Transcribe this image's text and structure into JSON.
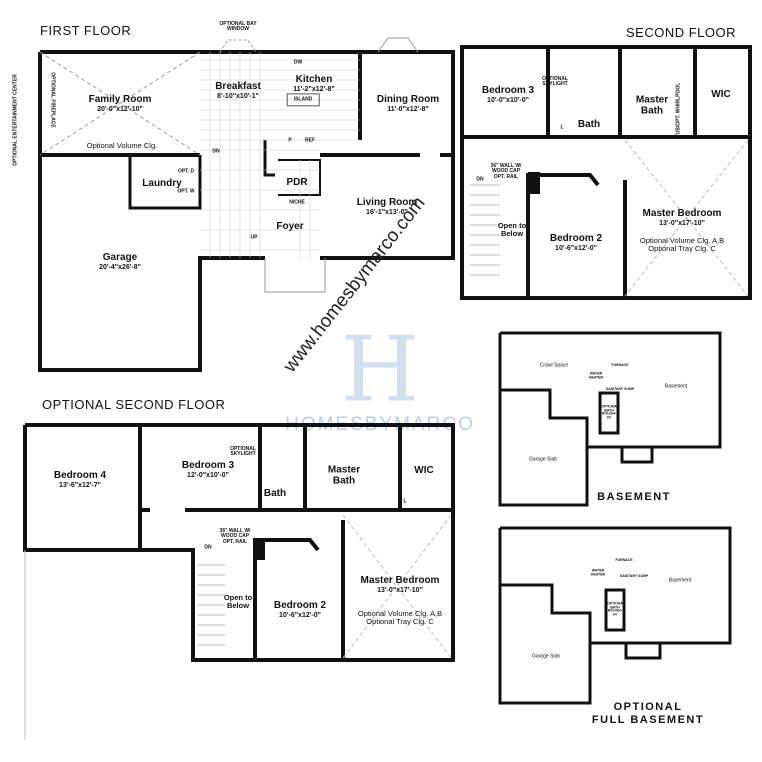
{
  "first_floor": {
    "title": "FIRST FLOOR",
    "notes": {
      "bay_window": "OPTIONAL BAY WINDOW",
      "fireplace": "OPTIONAL FIREPLACE",
      "entertainment": "OPTIONAL ENTERTAINMENT CENTER",
      "volume": "Optional Volume Clg.",
      "dw": "DW",
      "island": "ISLAND",
      "p": "P",
      "ref": "REF",
      "dn": "DN",
      "up": "UP",
      "niche": "NICHE",
      "opt_d": "OPT. D",
      "opt_w": "OPT. W"
    },
    "rooms": {
      "family": {
        "name": "Family Room",
        "dim": "20'-0\"x12'-10\""
      },
      "breakfast": {
        "name": "Breakfast",
        "dim": "8'-10\"x10'-1\""
      },
      "kitchen": {
        "name": "Kitchen",
        "dim": "11'-2\"x12'-8\""
      },
      "dining": {
        "name": "Dining Room",
        "dim": "11'-0\"x12'-8\""
      },
      "laundry": {
        "name": "Laundry"
      },
      "pdr": {
        "name": "PDR"
      },
      "foyer": {
        "name": "Foyer"
      },
      "living": {
        "name": "Living Room",
        "dim": "16'-1\"x13'-0\""
      },
      "garage": {
        "name": "Garage",
        "dim": "20'-4\"x26'-8\""
      }
    }
  },
  "second_floor": {
    "title": "SECOND FLOOR",
    "notes": {
      "skylight": "OPTIONAL SKYLIGHT",
      "wall": "36\" WALL W/ WOOD CAP OPT. RAIL",
      "dn": "DN",
      "tub": "TUB/OPT. WHIRLPOOL",
      "l": "L",
      "volume": "Optional Volume Clg. A,B",
      "tray": "Optional Tray Clg. C"
    },
    "rooms": {
      "bed3": {
        "name": "Bedroom 3",
        "dim": "10'-0\"x10'-0\""
      },
      "bath": {
        "name": "Bath"
      },
      "master_bath": {
        "name": "Master Bath"
      },
      "wic": {
        "name": "WIC"
      },
      "open": {
        "name": "Open to Below"
      },
      "bed2": {
        "name": "Bedroom 2",
        "dim": "10'-6\"x12'-0\""
      },
      "master": {
        "name": "Master Bedroom",
        "dim": "13'-0\"x17'-10\""
      }
    }
  },
  "optional_second_floor": {
    "title": "OPTIONAL SECOND FLOOR",
    "notes": {
      "skylight": "OPTIONAL SKYLIGHT",
      "wall": "36\" WALL W/ WOOD CAP OPT. RAIL",
      "dn": "DN",
      "l": "L",
      "volume": "Optional Volume Clg. A,B",
      "tray": "Optional Tray Clg. C"
    },
    "rooms": {
      "bed4": {
        "name": "Bedroom 4",
        "dim": "13'-6\"x12'-7\""
      },
      "bed3": {
        "name": "Bedroom 3",
        "dim": "12'-0\"x10'-0\""
      },
      "bath": {
        "name": "Bath"
      },
      "master_bath": {
        "name": "Master Bath"
      },
      "wic": {
        "name": "WIC"
      },
      "open": {
        "name": "Open to Below"
      },
      "bed2": {
        "name": "Bedroom 2",
        "dim": "10'-6\"x12'-0\""
      },
      "master": {
        "name": "Master Bedroom",
        "dim": "13'-0\"x17'-10\""
      }
    }
  },
  "basement": {
    "title": "BASEMENT",
    "labels": {
      "crawl": "Crawl Space",
      "basement": "Basement",
      "garage_slab": "Garage Slab",
      "water_heater": "WATER HEATER",
      "furnace": "FURNACE",
      "sump": "SANITARY SUMP",
      "rough_in": "OPTIONAL BATH ROUGH-IN"
    }
  },
  "full_basement": {
    "title_line1": "OPTIONAL",
    "title_line2": "FULL BASEMENT",
    "labels": {
      "basement": "Basement",
      "garage_slab": "Garage Slab",
      "water_heater": "WATER HEATER",
      "furnace": "FURNACE",
      "sump": "SANITARY SUMP",
      "rough_in": "OPTIONAL BATH ROUGH-IN"
    }
  },
  "watermark": {
    "url": "www.homesbymarco.com",
    "logo_text": "HOMESBYMARCO"
  }
}
